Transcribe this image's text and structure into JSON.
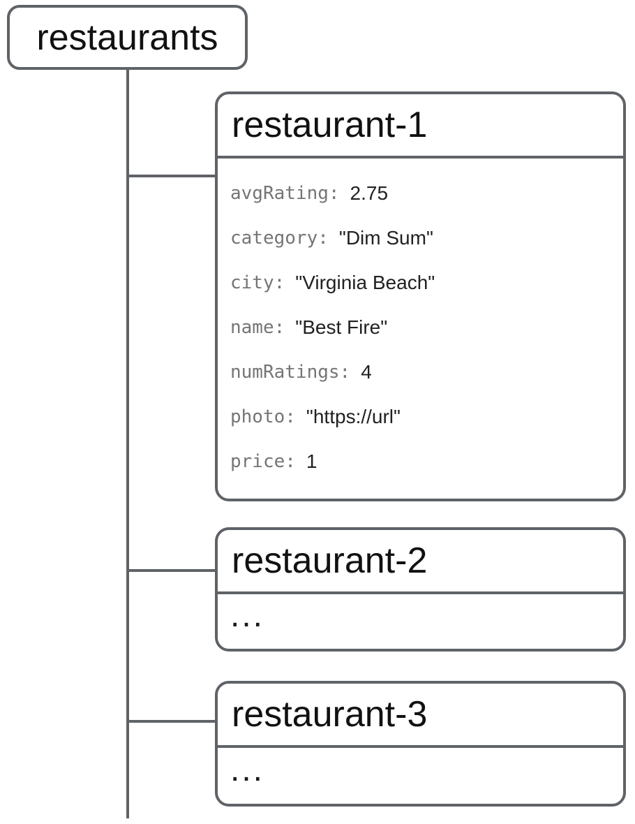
{
  "tree": {
    "root_label": "restaurants",
    "children": [
      {
        "title": "restaurant-1",
        "fields": [
          {
            "key_label": "avgRating:",
            "value": "2.75"
          },
          {
            "key_label": "category:",
            "value": "\"Dim Sum\""
          },
          {
            "key_label": "city:",
            "value": "\"Virginia Beach\""
          },
          {
            "key_label": "name:",
            "value": "\"Best Fire\""
          },
          {
            "key_label": "numRatings:",
            "value": "4"
          },
          {
            "key_label": "photo:",
            "value": "\"https://url\""
          },
          {
            "key_label": "price:",
            "value": "1"
          }
        ]
      },
      {
        "title": "restaurant-2",
        "body_ellipsis": "..."
      },
      {
        "title": "restaurant-3",
        "body_ellipsis": "..."
      }
    ],
    "colors": {
      "line": "#5f6368",
      "key_text": "#757575",
      "value_text": "#212121",
      "title_text": "#111111",
      "background": "#ffffff"
    }
  }
}
